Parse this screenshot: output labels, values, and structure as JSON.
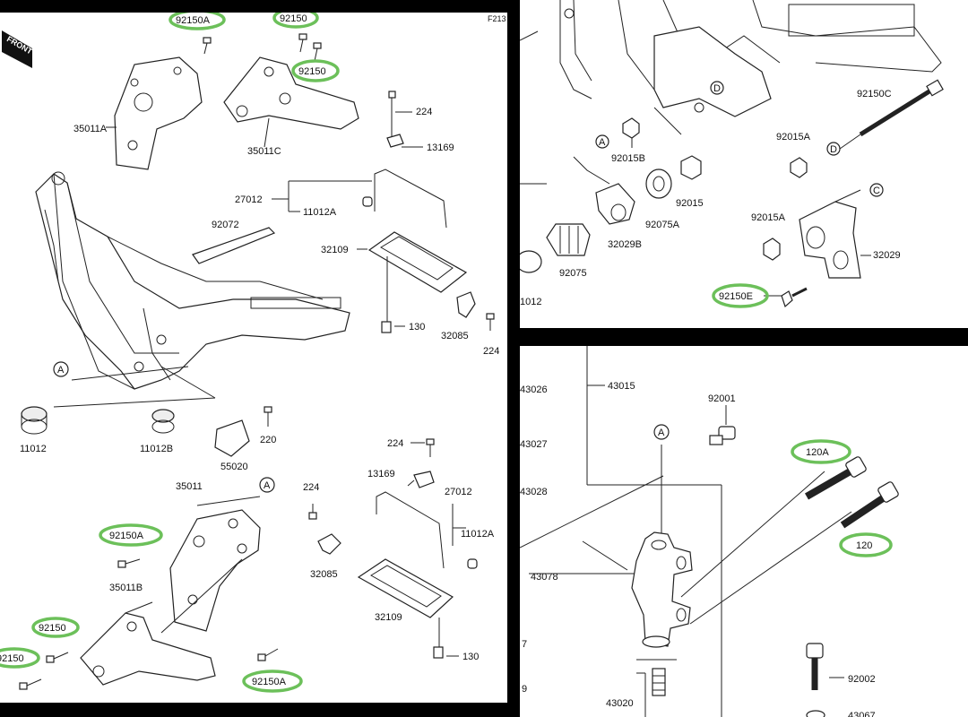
{
  "panel1": {
    "page_code": "F213",
    "front_tag": "FRONT",
    "highlighted": [
      "92150A",
      "92150",
      "92150",
      "92150A",
      "92150",
      "92150",
      "92150A"
    ],
    "labels": {
      "p_35011A": "35011A",
      "p_35011C": "35011C",
      "p_224a": "224",
      "p_13169a": "13169",
      "p_27012a": "27012",
      "p_11012Aa": "11012A",
      "p_92072": "92072",
      "p_32109a": "32109",
      "p_130a": "130",
      "p_32085a": "32085",
      "p_224b": "224",
      "p_A1": "A",
      "p_11012": "11012",
      "p_11012B": "11012B",
      "p_220": "220",
      "p_55020": "55020",
      "p_35011": "35011",
      "p_A2": "A",
      "p_35011B": "35011B",
      "p_224c": "224",
      "p_32085b": "32085",
      "p_224d": "224",
      "p_13169b": "13169",
      "p_27012b": "27012",
      "p_11012Ab": "11012A",
      "p_32109b": "32109",
      "p_130b": "130"
    }
  },
  "panel2": {
    "highlighted": [
      "92150E"
    ],
    "labels": {
      "q_D1": "D",
      "q_92150C": "92150C",
      "q_A": "A",
      "q_92015B": "92015B",
      "q_92015A1": "92015A",
      "q_D2": "D",
      "q_92015": "92015",
      "q_92075A": "92075A",
      "q_32029B": "32029B",
      "q_92075": "92075",
      "q_C": "C",
      "q_92015A2": "92015A",
      "q_32029": "32029",
      "q_1012": "1012"
    }
  },
  "panel3": {
    "highlighted": [
      "120A",
      "120"
    ],
    "labels": {
      "r_43015": "43015",
      "r_43026": "43026",
      "r_92001": "92001",
      "r_A": "A",
      "r_43027": "43027",
      "r_43028": "43028",
      "r_43078": "43078",
      "r_7": "7",
      "r_92002": "92002",
      "r_9": "9",
      "r_43020": "43020",
      "r_43067": "43067"
    }
  }
}
